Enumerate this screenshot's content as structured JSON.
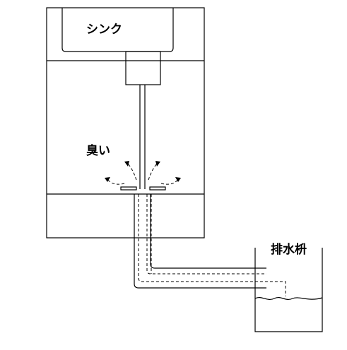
{
  "labels": {
    "sink": "シンク",
    "smell": "臭い",
    "basin": "排水枡"
  },
  "colors": {
    "line": "#000000",
    "background": "#ffffff"
  }
}
